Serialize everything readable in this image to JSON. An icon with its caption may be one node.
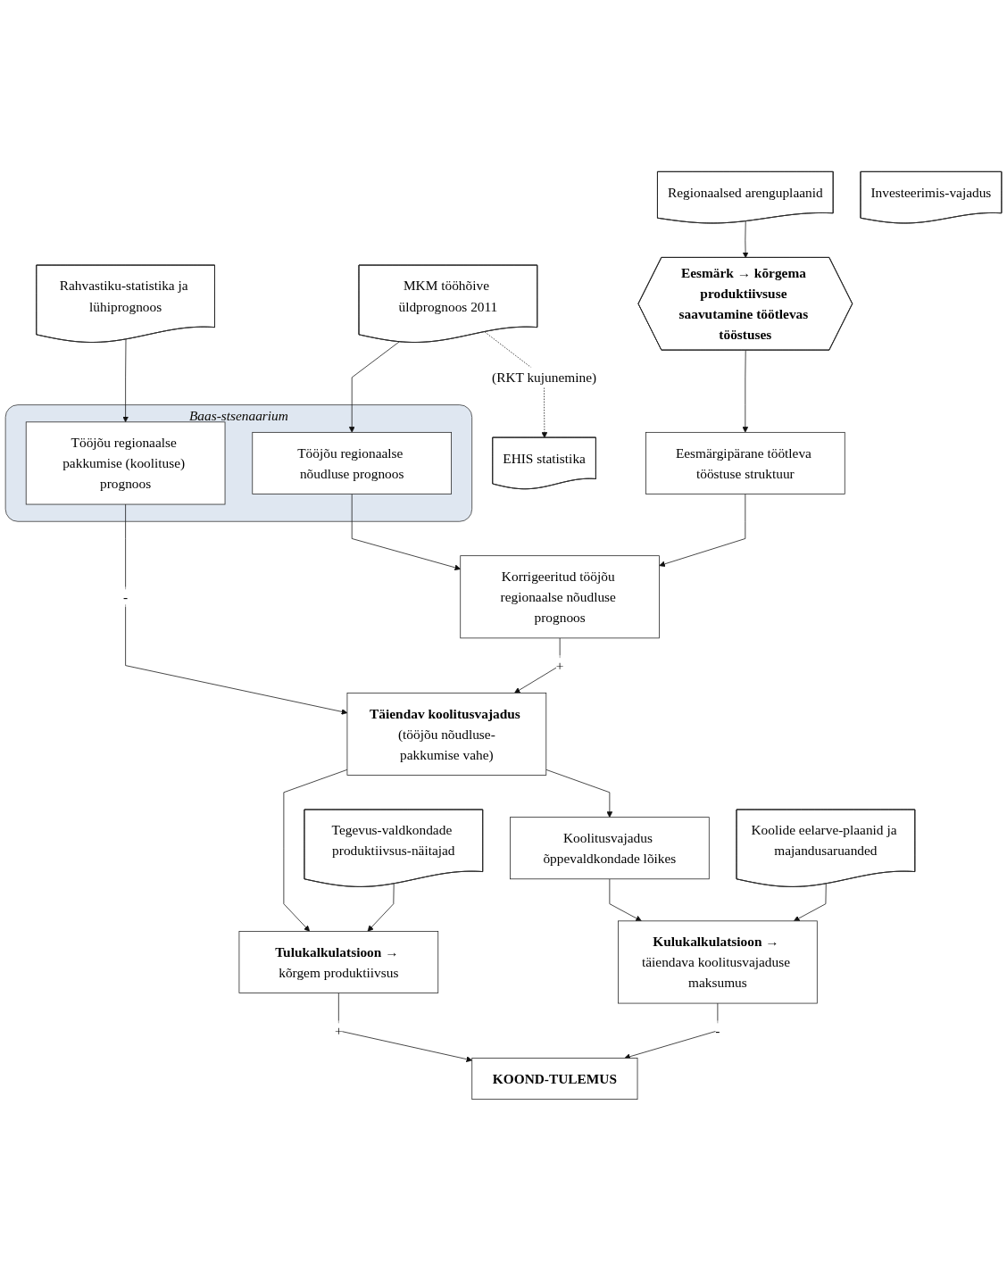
{
  "diagram": {
    "nodes": [
      {
        "text": [
          "Regionaalsed arenguplaanid"
        ]
      },
      {
        "text": [
          "MKM tööhõive üldprognoos 2011"
        ]
      },
      {
        "text": [
          "EHIS statistika"
        ]
      },
      {
        "text": [
          "Rahvastiku-statistika ja lühiprognoos"
        ]
      },
      {
        "text": [
          "Eesmärk → kõrgema produktiivsuse saavutamine töötlevas tööstuses"
        ]
      },
      {
        "text": [
          "Baas-stsenaarium"
        ]
      },
      {
        "text": [
          "Tööjõu regionaalse nõudluse prognoos"
        ],
        "in": 5
      },
      {
        "text": [
          "Tööjõu regionaalse pakkumise (koolituse) prognoos"
        ],
        "in": 5
      },
      {
        "text": [
          "Eesmärgipärane töötleva tööstuse struktuur"
        ]
      },
      {
        "text": [
          "Korrigeeritud tööjõu regionaalse nõudluse prognoos"
        ]
      },
      {
        "text": [
          "**Täiendav koolitusvajadus** (tööjõu nõudluse-pakkumise vahe)"
        ]
      },
      {
        "text": [
          "Tegevus-valdkondade produktiivsus-näitajad"
        ]
      },
      {
        "text": [
          "Investeerimis-vajadus"
        ]
      },
      {
        "text": [
          "Koolide eelarve-plaanid ja majandusaruanded"
        ]
      },
      {
        "text": [
          "Koolitusvajadus õppevaldkondade lõikes"
        ]
      },
      {
        "text": [
          "**Tulukalkulatsioon** → kõrgem produktiivsus"
        ]
      },
      {
        "text": [
          "**Kulukalkulatsioon** → täiendava koolitusvajaduse maksumus"
        ]
      },
      {
        "text": [
          "KOOND-TULEMUS"
        ]
      }
    ],
    "edges": [
      {
        "from": 0,
        "to": 4,
        "arrow": "to"
      },
      {
        "from": 1,
        "to": 2,
        "arrow": "to",
        "label": "(RKT kujunemine)",
        "style": "dashed"
      },
      {
        "from": 1,
        "to": 6,
        "arrow": "to"
      },
      {
        "from": 3,
        "to": 7,
        "arrow": "to"
      },
      {
        "from": 4,
        "to": 8,
        "arrow": "to"
      },
      {
        "from": 6,
        "to": 9,
        "arrow": "to"
      },
      {
        "from": 7,
        "to": 10,
        "arrow": "to",
        "label": "-"
      },
      {
        "from": 8,
        "to": 9,
        "arrow": "to"
      },
      {
        "from": 9,
        "to": 10,
        "arrow": "to",
        "label": "+"
      },
      {
        "from": 10,
        "to": 15,
        "arrow": "to"
      },
      {
        "from": 10,
        "to": 14,
        "arrow": "to"
      },
      {
        "from": 14,
        "to": 16,
        "arrow": "to"
      },
      {
        "from": 11,
        "to": 15,
        "arrow": "to"
      },
      {
        "from": 13,
        "to": 16,
        "arrow": "to"
      },
      {
        "from": 15,
        "to": 17,
        "arrow": "to",
        "label": "+"
      },
      {
        "from": 16,
        "to": 17,
        "arrow": "to",
        "label": "-"
      }
    ]
  }
}
